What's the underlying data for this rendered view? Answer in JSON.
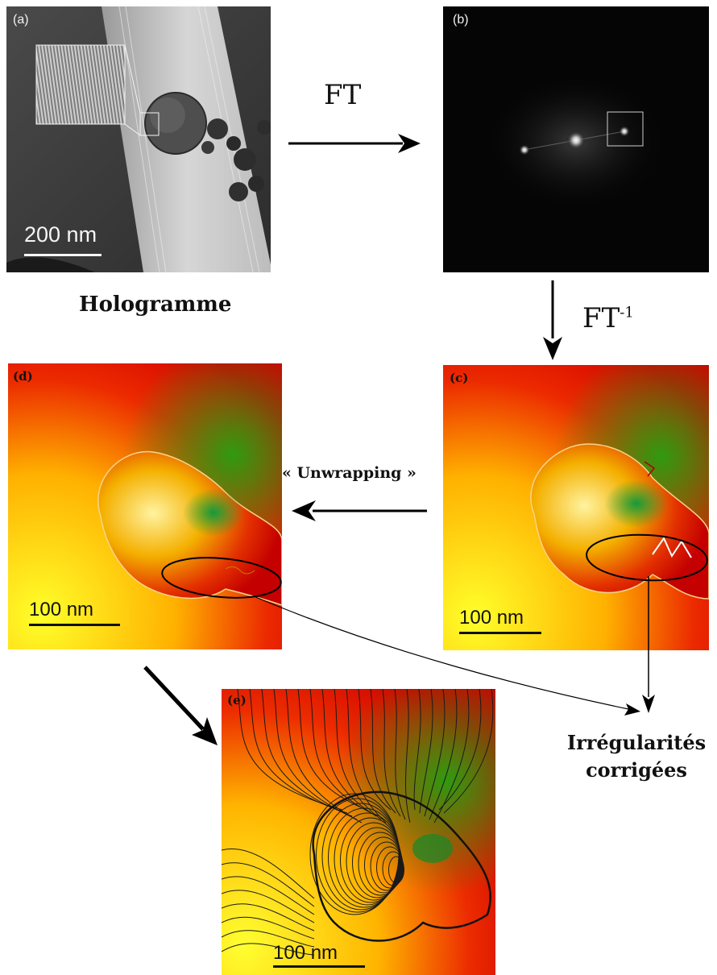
{
  "panels": {
    "a": {
      "label": "(a)",
      "scale": "200 nm"
    },
    "b": {
      "label": "(b)"
    },
    "c": {
      "label": "(c)",
      "scale": "100 nm"
    },
    "d": {
      "label": "(d)",
      "scale": "100 nm"
    },
    "e": {
      "label": "(e)",
      "scale": "100 nm"
    }
  },
  "annotations": {
    "ft": "FT",
    "ft_inv_base": "FT",
    "ft_inv_sup": "-1",
    "hologramme": "Hologramme",
    "unwrapping": "« Unwrapping »",
    "irregularites_line1": "Irrégularités",
    "irregularites_line2": "corrigées"
  },
  "colors": {
    "phase_red": "#e60000",
    "phase_yellow": "#ffff00",
    "phase_green": "#1a9a1a",
    "arrow": "#000000"
  }
}
